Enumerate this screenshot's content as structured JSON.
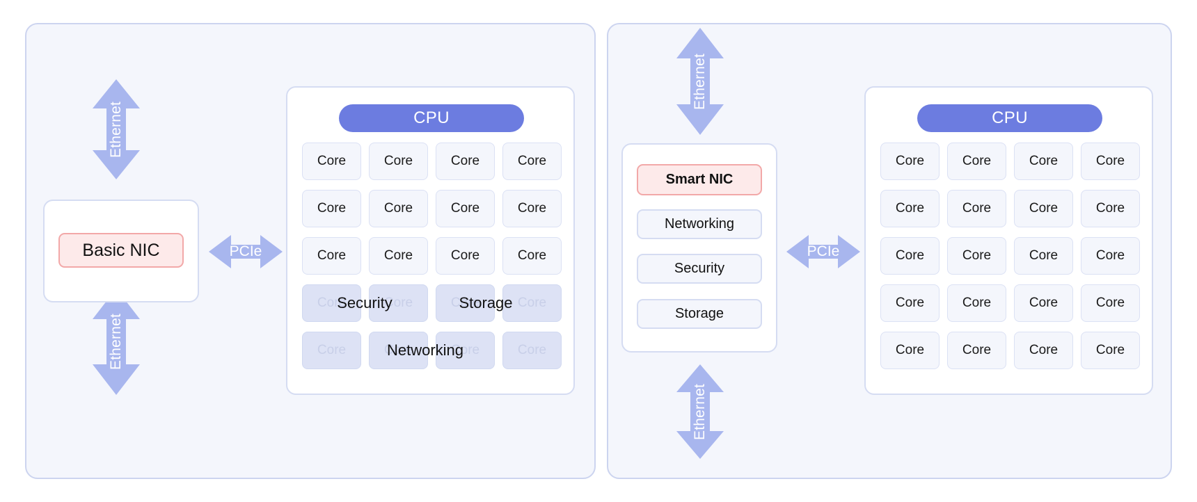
{
  "colors": {
    "panel_bg": "#f4f6fc",
    "panel_border": "#ccd4ef",
    "arrow_fill": "#a8b6ee",
    "cpu_pill": "#6c7ce0",
    "nic_chip_bg": "#fdeaea",
    "nic_chip_border": "#f2a8a8",
    "core_bg": "#f4f6fc",
    "core_border": "#dbe1f4",
    "core_busy_bg": "#dde2f5",
    "core_busy_text": "#c8cfe8"
  },
  "panels": [
    {
      "id": "legacy",
      "arrows": [
        {
          "name": "ethernet-top",
          "label": "Ethernet",
          "orientation": "vertical"
        },
        {
          "name": "ethernet-bottom",
          "label": "Ethernet",
          "orientation": "vertical"
        },
        {
          "name": "pcie",
          "label": "PCIe",
          "orientation": "horizontal"
        }
      ],
      "nic": {
        "chip_label": "Basic NIC"
      },
      "cpu": {
        "title": "CPU",
        "core_label": "Core",
        "rows": 5,
        "cols": 4,
        "busy_rows": [
          3,
          4
        ],
        "offload_labels": [
          "Security",
          "Storage",
          "Networking"
        ]
      }
    },
    {
      "id": "smart",
      "arrows": [
        {
          "name": "ethernet-top",
          "label": "Ethernet",
          "orientation": "vertical"
        },
        {
          "name": "ethernet-bottom",
          "label": "Ethernet",
          "orientation": "vertical"
        },
        {
          "name": "pcie",
          "label": "PCIe",
          "orientation": "horizontal"
        }
      ],
      "nic": {
        "chip_label": "Smart NIC",
        "functions": [
          "Networking",
          "Security",
          "Storage"
        ]
      },
      "cpu": {
        "title": "CPU",
        "core_label": "Core",
        "rows": 5,
        "cols": 4,
        "busy_rows": [],
        "offload_labels": []
      }
    }
  ]
}
